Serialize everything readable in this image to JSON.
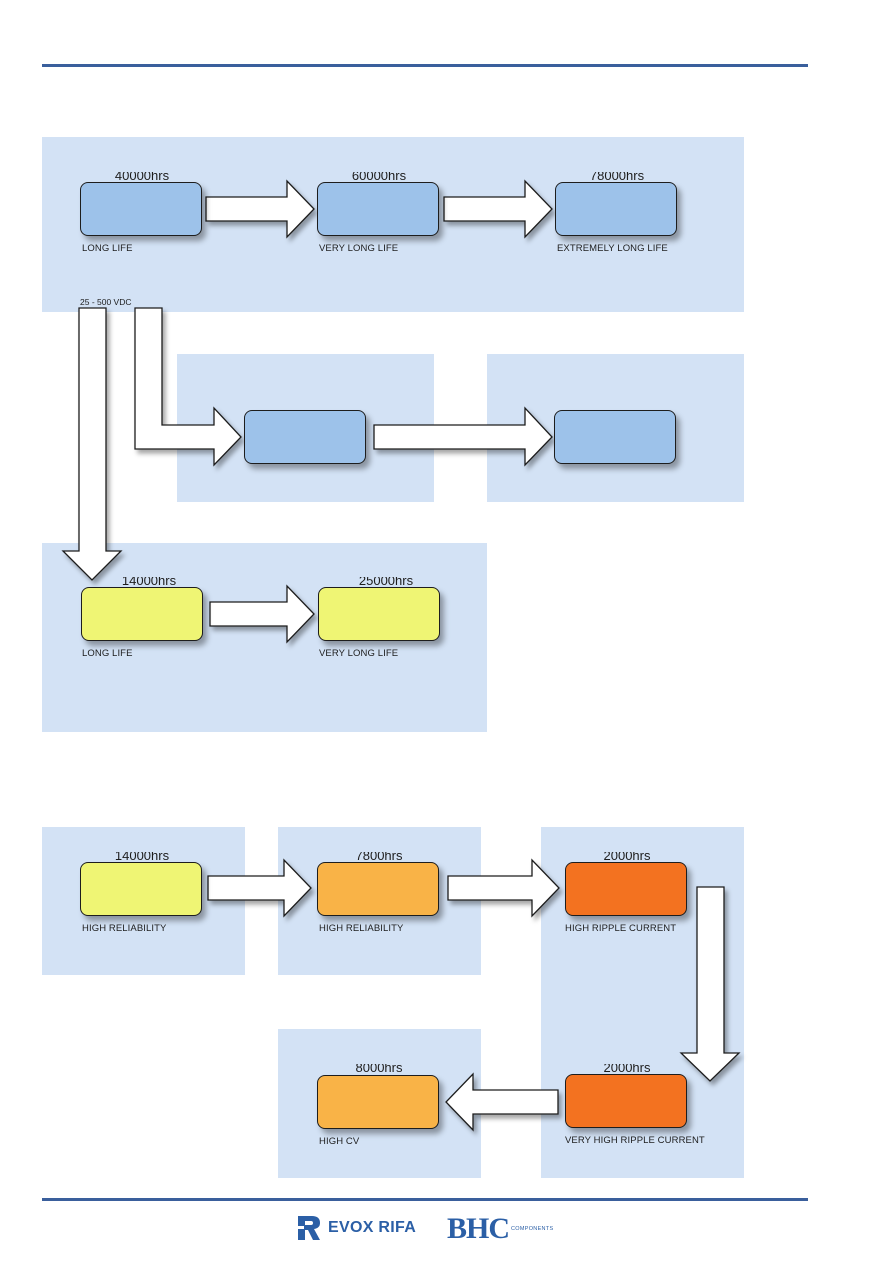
{
  "colors": {
    "rule": "#3a5f9c",
    "panel": "#d3e2f5",
    "blue_box": "#9dc2ea",
    "yellow_box": "#eff574",
    "light_orange_box": "#f9b347",
    "dark_orange_box": "#f37220",
    "logo_evox": "#2b5fa6",
    "logo_bhc": "#2b5fa6"
  },
  "row1": {
    "box1": {
      "hours": "40000hrs",
      "label": "LONG LIFE"
    },
    "box2": {
      "hours": "60000hrs",
      "label": "VERY LONG LIFE"
    },
    "box3": {
      "hours": "78000hrs",
      "label": "EXTREMELY LONG LIFE"
    },
    "voltage": "25 - 500 VDC"
  },
  "row3": {
    "box1": {
      "hours": "14000hrs",
      "label": "LONG LIFE"
    },
    "box2": {
      "hours": "25000hrs",
      "label": "VERY LONG LIFE"
    }
  },
  "lower": {
    "box1": {
      "hours": "14000hrs",
      "label": "HIGH RELIABILITY"
    },
    "box2": {
      "hours": "7800hrs",
      "label": "HIGH RELIABILITY"
    },
    "box3": {
      "hours": "2000hrs",
      "label": "HIGH RIPPLE CURRENT"
    },
    "box4": {
      "hours": "2000hrs",
      "label": "VERY HIGH RIPPLE CURRENT"
    },
    "box5": {
      "hours": "8000hrs",
      "label": "HIGH CV"
    }
  },
  "footer": {
    "evox_logo": "EVOX RIFA",
    "bhc_logo": "BHC",
    "bhc_sub": "COMPONENTS",
    "evox_icon": "evox-rifa-r-icon"
  }
}
